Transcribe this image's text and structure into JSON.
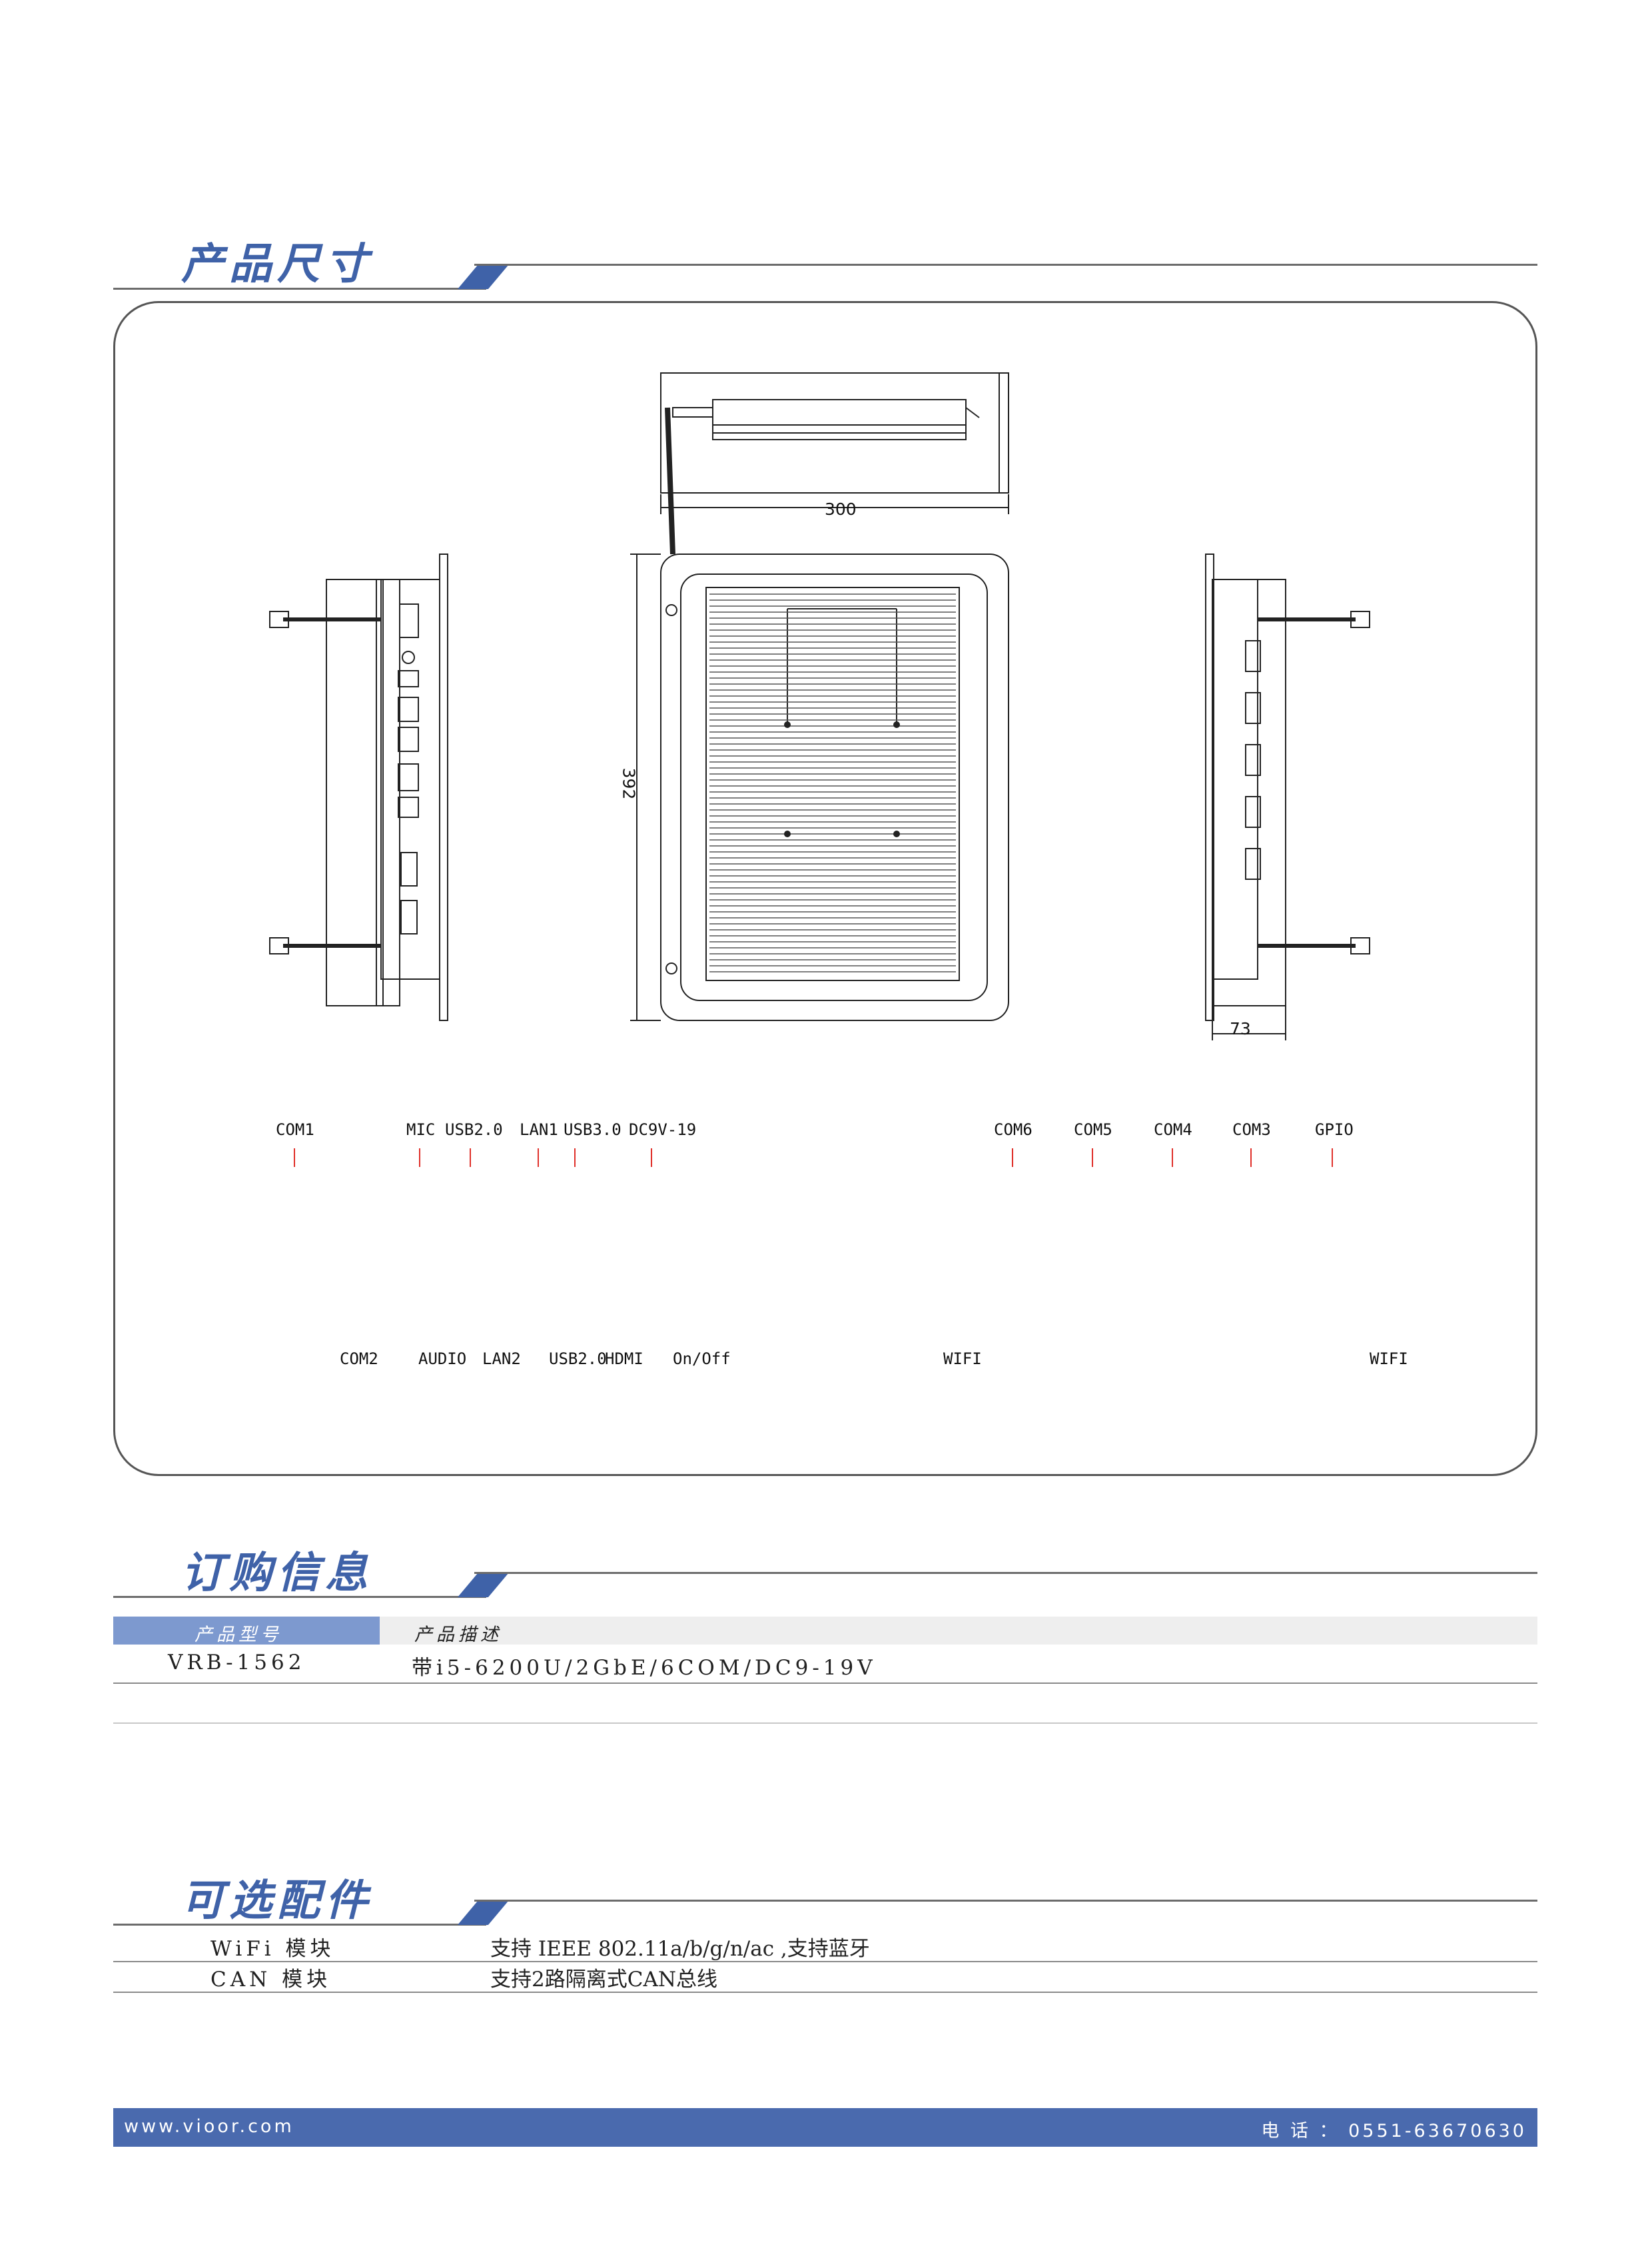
{
  "sections": {
    "dimensions_title": "产品尺寸",
    "ordering_title": "订购信息",
    "options_title": "可选配件"
  },
  "dimensions": {
    "width": "300",
    "height": "392",
    "depth": "73"
  },
  "io_panel_left": {
    "top_labels": [
      "COM1",
      "MIC",
      "USB2.0",
      "LAN1",
      "USB3.0",
      "DC9V-19"
    ],
    "bottom_labels": [
      "COM2",
      "AUDIO",
      "LAN2",
      "USB2.0",
      "HDMI",
      "On/Off"
    ]
  },
  "io_panel_right": {
    "top_labels": [
      "COM6",
      "COM5",
      "COM4",
      "COM3",
      "GPIO"
    ],
    "bottom_labels": [
      "WIFI",
      "WIFI"
    ]
  },
  "ordering": {
    "headers": [
      "产品型号",
      "产品描述"
    ],
    "rows": [
      {
        "model": "VRB-1562",
        "description": "带i5-6200U/2GbE/6COM/DC9-19V"
      }
    ]
  },
  "options": [
    {
      "name": "WiFi 模块",
      "description": "支持 IEEE 802.11a/b/g/n/ac ,支持蓝牙"
    },
    {
      "name": "CAN 模块",
      "description": "支持2路隔离式CAN总线"
    }
  ],
  "footer": {
    "website": "www.vioor.com",
    "phone": "电 话 ： 0551-63670630"
  },
  "colors": {
    "accent": "#3f62a8",
    "header_cell": "#7d99cf",
    "footer": "#4a6aae",
    "callout_line": "#e0302a"
  }
}
